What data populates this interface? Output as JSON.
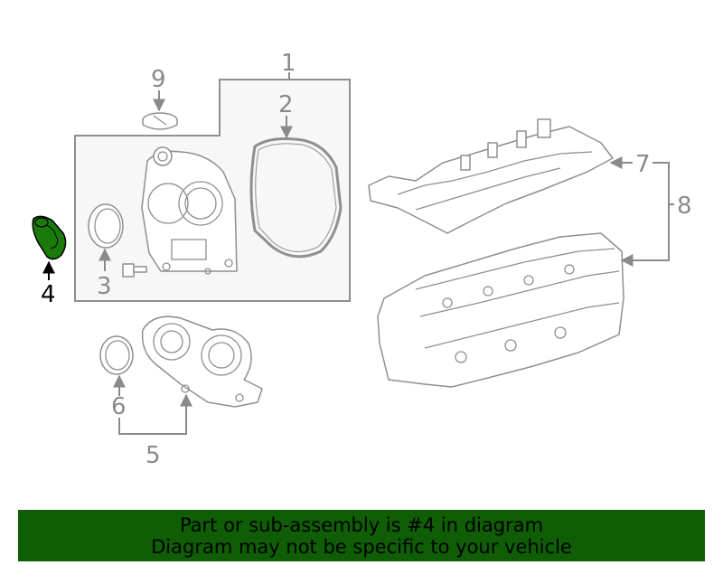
{
  "callouts": [
    {
      "id": "1",
      "label": "1"
    },
    {
      "id": "2",
      "label": "2"
    },
    {
      "id": "3",
      "label": "3"
    },
    {
      "id": "4",
      "label": "4",
      "highlighted": true
    },
    {
      "id": "5",
      "label": "5"
    },
    {
      "id": "6",
      "label": "6"
    },
    {
      "id": "7",
      "label": "7"
    },
    {
      "id": "8",
      "label": "8"
    },
    {
      "id": "9",
      "label": "9"
    }
  ],
  "banner": {
    "line1": "Part or sub-assembly is #4 in diagram",
    "line2": "Diagram may not be specific to your vehicle"
  },
  "colors": {
    "highlight_part": "#1a7a0a",
    "banner_bg": "#0f5e05",
    "line_art": "#8f8f8f",
    "callout_text": "#8a8a8a",
    "highlight_label": "#000000"
  }
}
